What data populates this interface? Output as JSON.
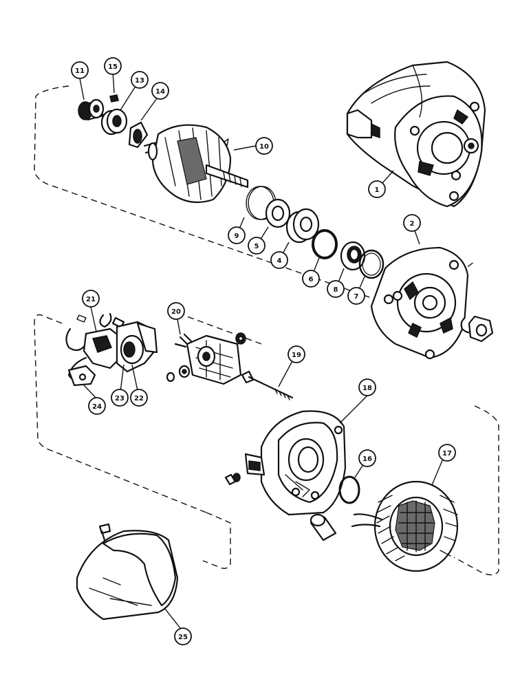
{
  "callouts": [
    {
      "id": "c1",
      "text": "1"
    },
    {
      "id": "c2",
      "text": "2"
    },
    {
      "id": "c4",
      "text": "4"
    },
    {
      "id": "c5",
      "text": "5"
    },
    {
      "id": "c6",
      "text": "6"
    },
    {
      "id": "c7",
      "text": "7"
    },
    {
      "id": "c8",
      "text": "8"
    },
    {
      "id": "c9",
      "text": "9"
    },
    {
      "id": "c10",
      "text": "10"
    },
    {
      "id": "c11",
      "text": "11"
    },
    {
      "id": "c13",
      "text": "13"
    },
    {
      "id": "c14",
      "text": "14"
    },
    {
      "id": "c15",
      "text": "15"
    },
    {
      "id": "c16",
      "text": "16"
    },
    {
      "id": "c17",
      "text": "17"
    },
    {
      "id": "c18",
      "text": "18"
    },
    {
      "id": "c19",
      "text": "19"
    },
    {
      "id": "c20",
      "text": "20"
    },
    {
      "id": "c21",
      "text": "21"
    },
    {
      "id": "c22",
      "text": "22"
    },
    {
      "id": "c23",
      "text": "23"
    },
    {
      "id": "c24",
      "text": "24"
    },
    {
      "id": "c25",
      "text": "25"
    }
  ]
}
